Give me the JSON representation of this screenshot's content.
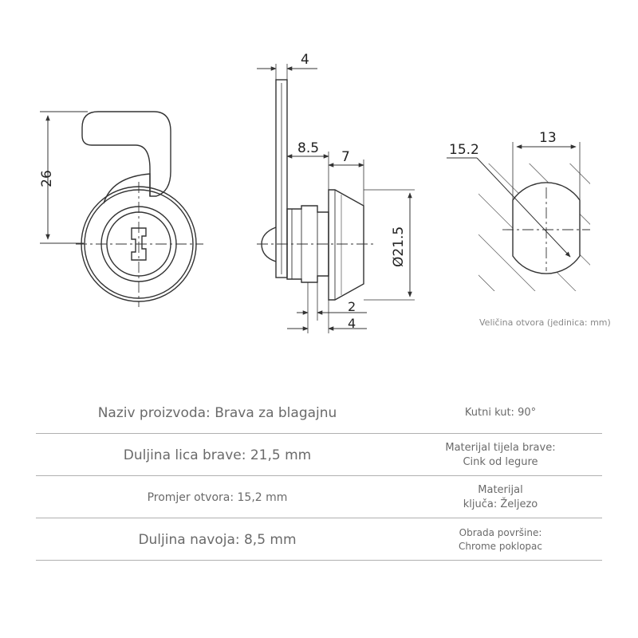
{
  "dimensions": {
    "height": "26",
    "plate_thickness": "4",
    "thread_length": "8.5",
    "head_length": "7",
    "face_diameter": "Ø21.5",
    "gap_small": "2",
    "gap_large": "4",
    "hole_diameter": "15.2",
    "hole_flat_width": "13"
  },
  "hole_caption": "Veličina otvora (jedinica: mm)",
  "specs": [
    {
      "left": "Naziv proizvoda: Brava za blagajnu",
      "right": [
        "Kutni kut: 90°"
      ]
    },
    {
      "left": "Duljina lica brave: 21,5 mm",
      "right": [
        "Materijal tijela brave:",
        "Cink od legure"
      ]
    },
    {
      "left": "Promjer otvora: 15,2 mm",
      "right": [
        "Materijal",
        "ključa: Željezo"
      ]
    },
    {
      "left": "Duljina navoja: 8,5 mm",
      "right": [
        "Obrada površine:",
        "Chrome poklopac"
      ]
    }
  ],
  "colors": {
    "line": "#333333",
    "text": "#6a6a6a",
    "rule": "#b0b0b0"
  }
}
